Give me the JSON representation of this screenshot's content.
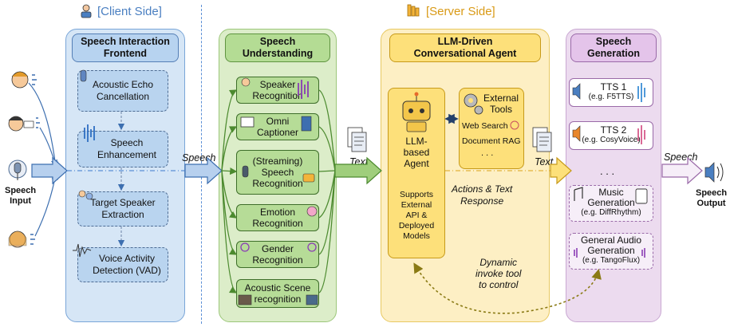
{
  "sides": {
    "client": "[Client Side]",
    "server": "[Server Side]"
  },
  "inputs": {
    "label_line1": "Speech",
    "label_line2": "Input"
  },
  "outputs": {
    "label_line1": "Speech",
    "label_line2": "Output"
  },
  "frontend": {
    "title_line1": "Speech Interaction",
    "title_line2": "Frontend",
    "modules": [
      {
        "line1": "Acoustic Echo",
        "line2": "Cancellation"
      },
      {
        "line1": "Speech",
        "line2": "Enhancement"
      },
      {
        "line1": "Target Speaker",
        "line2": "Extraction"
      },
      {
        "line1": "Voice Activity",
        "line2": "Detection  (VAD)"
      }
    ]
  },
  "understanding": {
    "title_line1": "Speech",
    "title_line2": "Understanding",
    "modules": [
      {
        "line1": "Speaker",
        "line2": "Recognition",
        "line3": ""
      },
      {
        "line1": "Omni",
        "line2": "Captioner",
        "line3": ""
      },
      {
        "line1": "(Streaming)",
        "line2": "Speech",
        "line3": "Recognition"
      },
      {
        "line1": "Emotion",
        "line2": "Recognition",
        "line3": ""
      },
      {
        "line1": "Gender",
        "line2": "Recognition",
        "line3": ""
      },
      {
        "line1": "Acoustic Scene",
        "line2": "recognition",
        "line3": ""
      }
    ]
  },
  "agent": {
    "title_line1": "LLM-Driven",
    "title_line2": "Conversational Agent",
    "llm_line1": "LLM-",
    "llm_line2": "based",
    "llm_line3": "Agent",
    "supports": [
      "Supports",
      "External",
      "API &",
      "Deployed",
      "Models"
    ],
    "tools_line1": "External",
    "tools_line2": "Tools",
    "tool_items": [
      "Web Search",
      "Document RAG",
      ". . ."
    ],
    "actions_line1": "Actions & Text",
    "actions_line2": "Response",
    "dynamic": [
      "Dynamic",
      "invoke tool",
      "to control"
    ]
  },
  "generation": {
    "title_line1": "Speech",
    "title_line2": "Generation",
    "tts": [
      {
        "name": "TTS 1",
        "example": "(e.g. F5TTS)"
      },
      {
        "name": "TTS 2",
        "example": "(e.g. CosyVoice)"
      }
    ],
    "ellipsis": ". . .",
    "music": {
      "line1": "Music",
      "line2": "Generation",
      "example": "(e.g. DiffRhythm)"
    },
    "audio": {
      "line1": "General Audio",
      "line2": "Generation",
      "example": "(e.g. TangoFlux)"
    }
  },
  "flow_labels": {
    "speech_1": "Speech",
    "text_1": "Text",
    "text_2": "Text",
    "speech_2": "Speech"
  },
  "colors": {
    "client_label": "#4a7fc1",
    "server_label": "#d99a16",
    "frontend_panel": "#d6e6f6",
    "understanding_panel": "#dcedc9",
    "agent_panel": "#fdefc4",
    "generation_panel": "#ecdbef"
  }
}
